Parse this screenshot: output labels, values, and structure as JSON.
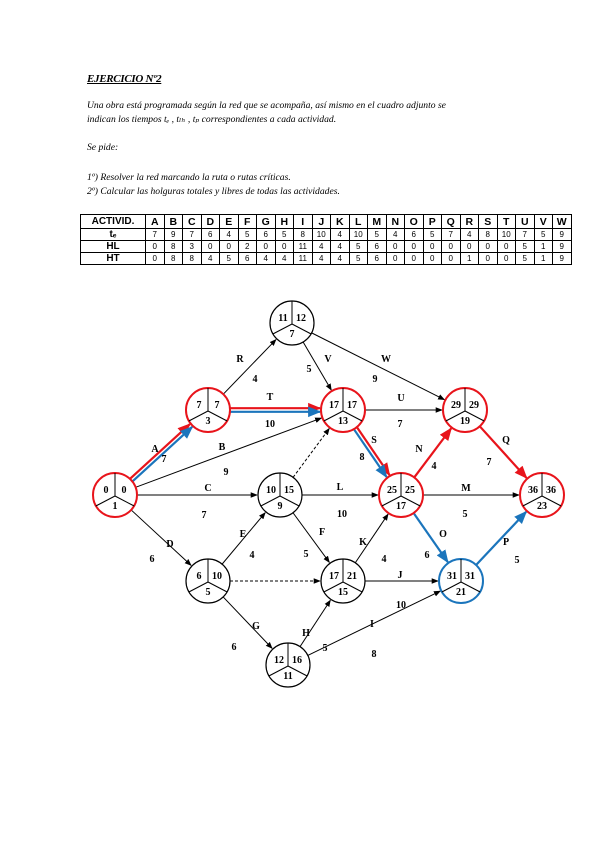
{
  "title": "EJERCICIO Nº2",
  "intro_line1": "Una obra está   programada   según  la red   que se acompaña, así   mismo en  el cuadro adjunto se",
  "intro_line2a": "indican los tiempos  ",
  "t_symbols": "tₑ ,  tₗₕ ,  tₚ",
  "intro_line2b": "  correspondientes a cada  actividad.",
  "se_pide": "Se pide:",
  "task1": "1º) Resolver la red marcando la ruta o rutas críticas.",
  "task2": "2º) Calcular las holguras totales y libres de todas las actividades.",
  "table": {
    "header_label": "ACTIVID.",
    "activities": [
      "A",
      "B",
      "C",
      "D",
      "E",
      "F",
      "G",
      "H",
      "I",
      "J",
      "K",
      "L",
      "M",
      "N",
      "O",
      "P",
      "Q",
      "R",
      "S",
      "T",
      "U",
      "V",
      "W"
    ],
    "rows": [
      {
        "label": "tₑ",
        "values": [
          "7",
          "9",
          "7",
          "6",
          "4",
          "5",
          "6",
          "5",
          "8",
          "10",
          "4",
          "10",
          "5",
          "4",
          "6",
          "5",
          "7",
          "4",
          "8",
          "10",
          "7",
          "5",
          "9"
        ]
      },
      {
        "label": "HL",
        "values": [
          "0",
          "8",
          "3",
          "0",
          "0",
          "2",
          "0",
          "0",
          "11",
          "4",
          "4",
          "5",
          "6",
          "0",
          "0",
          "0",
          "0",
          "0",
          "0",
          "0",
          "5",
          "1",
          "9"
        ]
      },
      {
        "label": "HT",
        "values": [
          "0",
          "8",
          "8",
          "4",
          "5",
          "6",
          "4",
          "4",
          "11",
          "4",
          "4",
          "5",
          "6",
          "0",
          "0",
          "0",
          "0",
          "1",
          "0",
          "0",
          "5",
          "1",
          "9"
        ]
      }
    ]
  },
  "network": {
    "colors": {
      "normal": "#000000",
      "critical": "#e8141b",
      "route2": "#1b75bc"
    },
    "nodes": [
      {
        "id": "1",
        "early": "0",
        "late": "0",
        "color": "critical"
      },
      {
        "id": "3",
        "early": "7",
        "late": "7",
        "color": "critical"
      },
      {
        "id": "7",
        "early": "11",
        "late": "12",
        "color": "normal"
      },
      {
        "id": "13",
        "early": "17",
        "late": "17",
        "color": "critical"
      },
      {
        "id": "19",
        "early": "29",
        "late": "29",
        "color": "critical"
      },
      {
        "id": "9",
        "early": "10",
        "late": "15",
        "color": "normal"
      },
      {
        "id": "17",
        "early": "25",
        "late": "25",
        "color": "critical"
      },
      {
        "id": "23",
        "early": "36",
        "late": "36",
        "color": "critical"
      },
      {
        "id": "5",
        "early": "6",
        "late": "10",
        "color": "normal"
      },
      {
        "id": "15",
        "early": "17",
        "late": "21",
        "color": "normal"
      },
      {
        "id": "21",
        "early": "31",
        "late": "31",
        "color": "route2"
      },
      {
        "id": "11",
        "early": "12",
        "late": "16",
        "color": "normal"
      }
    ],
    "activities": [
      {
        "name": "A",
        "dur": "7"
      },
      {
        "name": "B",
        "dur": "9"
      },
      {
        "name": "C",
        "dur": "7"
      },
      {
        "name": "D",
        "dur": "6"
      },
      {
        "name": "R",
        "dur": "4"
      },
      {
        "name": "T",
        "dur": "10"
      },
      {
        "name": "V",
        "dur": "5"
      },
      {
        "name": "W",
        "dur": "9"
      },
      {
        "name": "U",
        "dur": "7"
      },
      {
        "name": "S",
        "dur": "8"
      },
      {
        "name": "N",
        "dur": "4"
      },
      {
        "name": "Q",
        "dur": "7"
      },
      {
        "name": "L",
        "dur": "10"
      },
      {
        "name": "M",
        "dur": "5"
      },
      {
        "name": "O",
        "dur": "6"
      },
      {
        "name": "P",
        "dur": "5"
      },
      {
        "name": "E",
        "dur": "4"
      },
      {
        "name": "F",
        "dur": "5"
      },
      {
        "name": "K",
        "dur": "4"
      },
      {
        "name": "J",
        "dur": "10"
      },
      {
        "name": "G",
        "dur": "6"
      },
      {
        "name": "H",
        "dur": "5"
      },
      {
        "name": "I",
        "dur": "8"
      }
    ]
  }
}
